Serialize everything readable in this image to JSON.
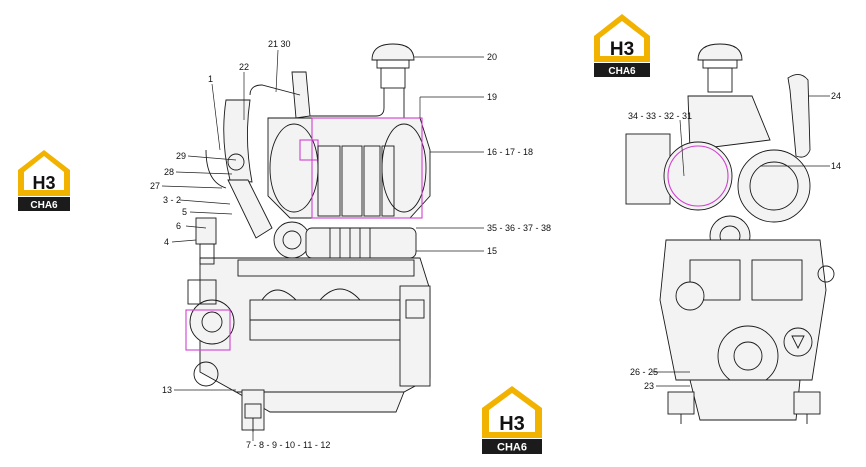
{
  "logos": [
    {
      "id": "logo-left",
      "top": "H3",
      "bottom": "CHA6"
    },
    {
      "id": "logo-center",
      "top": "H3",
      "bottom": "CHA6"
    },
    {
      "id": "logo-right",
      "top": "H3",
      "bottom": "CHA6"
    }
  ],
  "colors": {
    "logo_yellow": "#f2b200",
    "logo_dark": "#1b1b1b",
    "highlight": "#d13fd1"
  },
  "labels": {
    "l_21_30": "21  30",
    "l_22": "22",
    "l_1": "1",
    "l_20": "20",
    "l_19": "19",
    "l_29": "29",
    "l_28": "28",
    "l_27": "27",
    "l_3_2": "3 - 2",
    "l_5": "5",
    "l_6": "6",
    "l_4": "4",
    "l_16_17_18": "16 - 17 - 18",
    "l_35_38": "35 - 36 - 37 - 38",
    "l_15": "15",
    "l_13": "13",
    "l_7_12": "7 - 8 - 9 - 10 - 11 - 12",
    "l_34_31": "34 - 33 - 32 - 31",
    "l_24": "24",
    "l_14": "14",
    "l_26_25": "26 - 25",
    "l_23": "23"
  }
}
